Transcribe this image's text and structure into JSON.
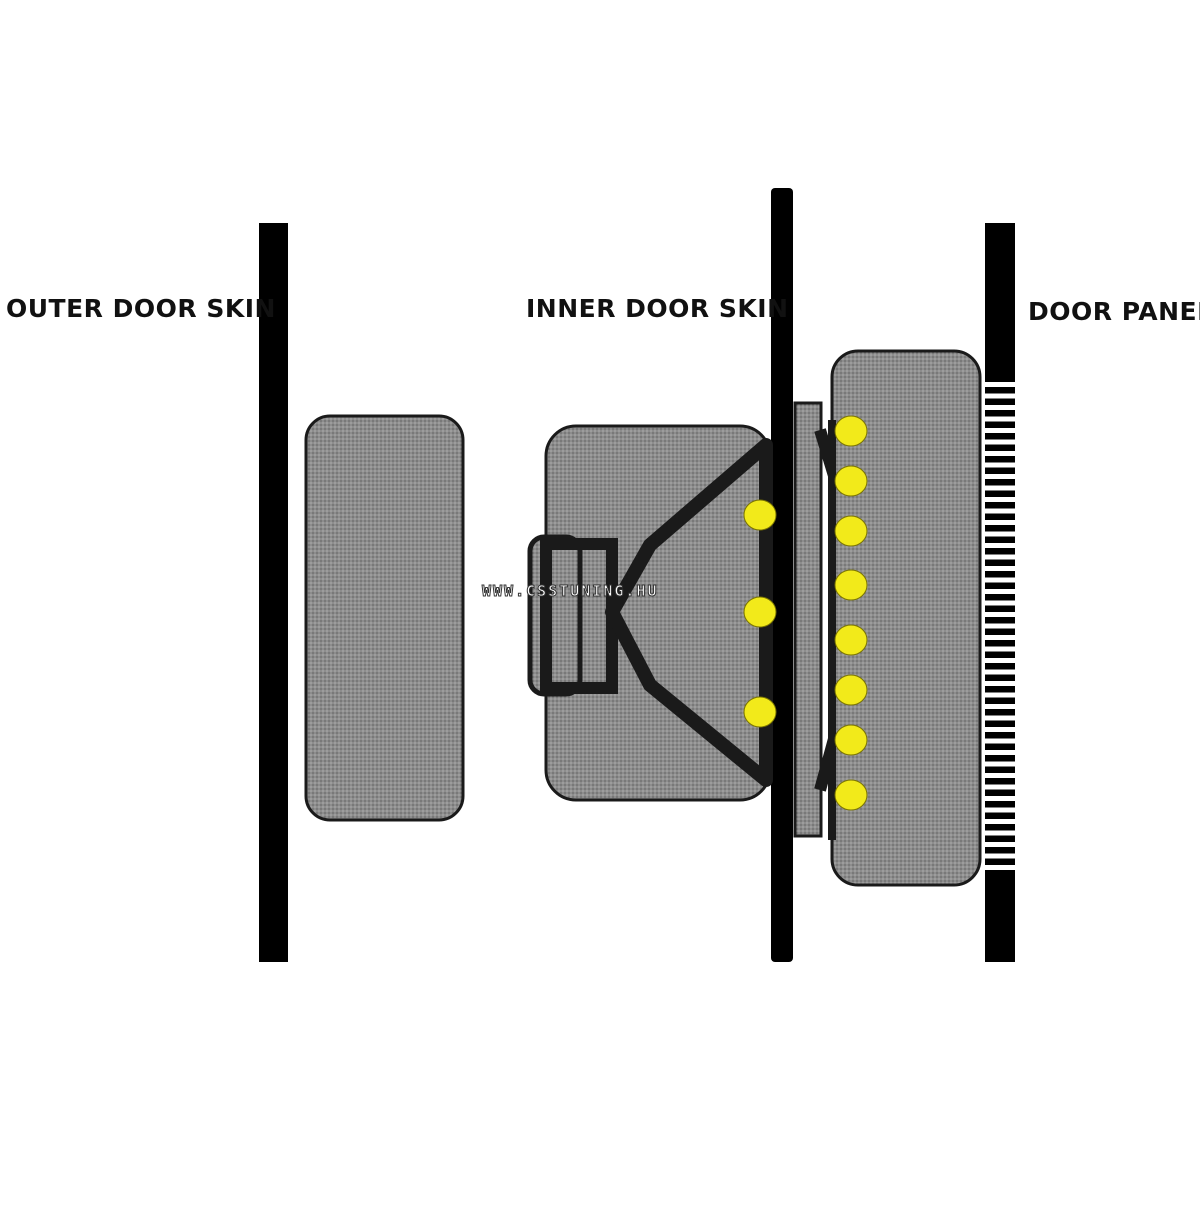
{
  "labels": {
    "outer_door_skin": "OUTER DOOR SKIN",
    "inner_door_skin": "INNER DOOR SKIN",
    "door_panel": "DOOR PANEL"
  },
  "watermark": "WWW.CSSTUNING.HU",
  "colors": {
    "background": "#ffffff",
    "wall": "#000000",
    "component_fill": "#8a8a8a",
    "component_stroke": "#1a1a1a",
    "fastener": "#f2ea1a"
  }
}
